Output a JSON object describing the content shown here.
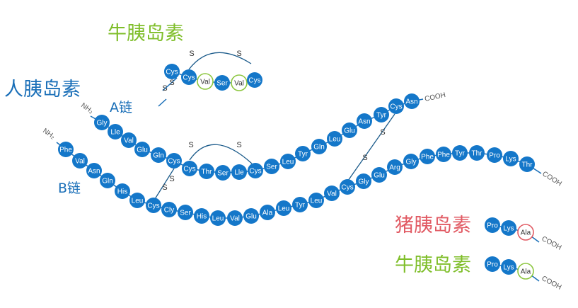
{
  "colors": {
    "residue": "#1477c9",
    "residue_text": "#ffffff",
    "human_label": "#1a6fb8",
    "bovine_label": "#7fbe2a",
    "pig_label": "#e15a63",
    "bovine_ring": "#8cc63f",
    "pig_ring": "#e15a63",
    "line": "#1a6fb8",
    "disulfide": "#1a5a8a"
  },
  "labels": {
    "human_insulin": "人胰岛素",
    "bovine_insulin_top": "牛胰岛素",
    "a_chain": "A链",
    "b_chain": "B链",
    "pig_insulin": "猪胰岛素",
    "bovine_insulin_bottom": "牛胰岛素",
    "nh2": "NH₂",
    "cooh": "COOH",
    "s": "S"
  },
  "a_chain_residues": [
    "Gly",
    "Lle",
    "Val",
    "Glu",
    "Gln",
    "Cys",
    "Cys",
    "Thr",
    "Ser",
    "Lle",
    "Cys",
    "Ser",
    "Leu",
    "Tyr",
    "Gln",
    "Leu",
    "Glu",
    "Asn",
    "Tyr",
    "Cys",
    "Asn"
  ],
  "b_chain_residues": [
    "Phe",
    "Val",
    "Asn",
    "Gln",
    "His",
    "Leu",
    "Cys",
    "Cly",
    "Ser",
    "His",
    "Leu",
    "Val",
    "Glu",
    "Ala",
    "Leu",
    "Tyr",
    "Leu",
    "Val",
    "Cys",
    "Gly",
    "Glu",
    "Arg",
    "Gly",
    "Phe",
    "Phe",
    "Tyr",
    "Thr",
    "Pro",
    "Lys",
    "Thr"
  ],
  "bovine_a_segment": [
    "Cys",
    "Cys",
    "Val",
    "Ser",
    "Val",
    "Cys"
  ],
  "pig_b_tail": [
    "Pro",
    "Lys",
    "Ala"
  ],
  "bovine_b_tail": [
    "Pro",
    "Lys",
    "Ala"
  ]
}
